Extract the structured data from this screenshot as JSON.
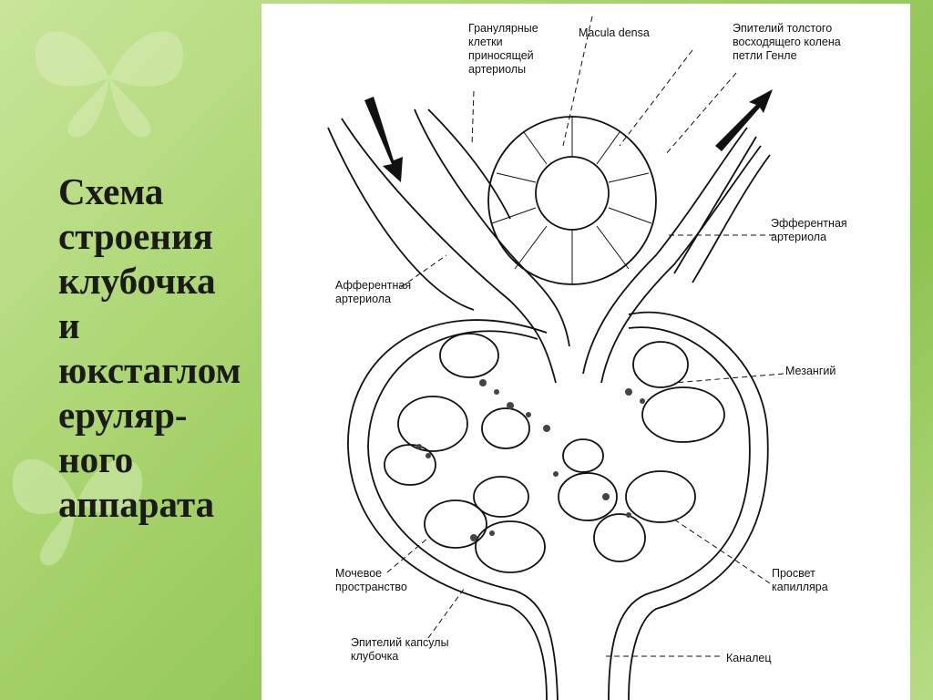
{
  "title": {
    "lines": [
      "Схема",
      "строения",
      "клубочка",
      "и",
      "юкстаглом",
      "еруляр-",
      "ного",
      "аппарата"
    ]
  },
  "labels": {
    "granular_cells": [
      "Гранулярные",
      "клетки",
      "приносящей",
      "артериолы"
    ],
    "macula_densa": [
      "Macula densa"
    ],
    "henle_epithelium": [
      "Эпителий толстого",
      "восходящего колена",
      "петли Генле"
    ],
    "efferent": [
      "Эфферентная",
      "артериола"
    ],
    "afferent": [
      "Афферентная",
      "артериола"
    ],
    "mesangium": [
      "Мезангий"
    ],
    "urinary_space": [
      "Мочевое",
      "пространство"
    ],
    "capillary_lumen": [
      "Просвет",
      "капилляра"
    ],
    "capsule_epithelium": [
      "Эпителий капсулы",
      "клубочка"
    ],
    "tubule": [
      "Каналец"
    ]
  },
  "colors": {
    "background_green": "#a8d46e",
    "panel": "#ffffff",
    "ink": "#111111"
  }
}
